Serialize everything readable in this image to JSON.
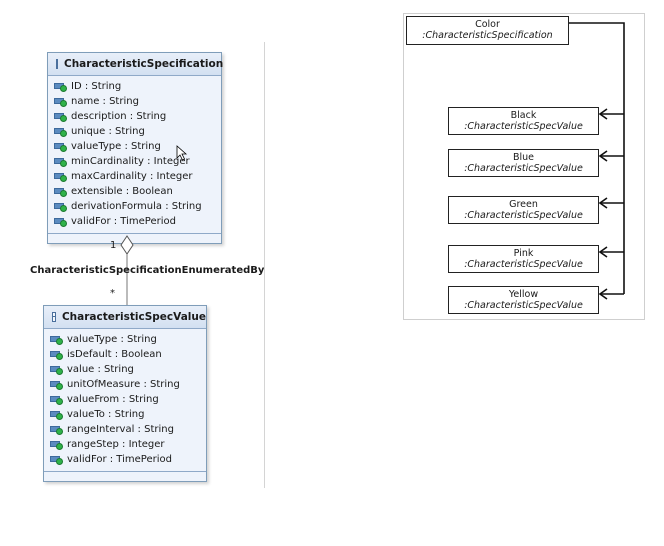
{
  "characteristic_specification": {
    "title": "CharacteristicSpecification",
    "attributes": [
      "ID : String",
      "name : String",
      "description : String",
      "unique : String",
      "valueType : String",
      "minCardinality : Integer",
      "maxCardinality : Integer",
      "extensible : Boolean",
      "derivationFormula : String",
      "validFor : TimePeriod"
    ]
  },
  "association": {
    "source_multiplicity": "1",
    "name": "CharacteristicSpecificationEnumeratedBy",
    "target_multiplicity": "*"
  },
  "characteristic_spec_value": {
    "title": "CharacteristicSpecValue",
    "attributes": [
      "valueType : String",
      "isDefault : Boolean",
      "value : String",
      "unitOfMeasure : String",
      "valueFrom : String",
      "valueTo : String",
      "rangeInterval : String",
      "rangeStep : Integer",
      "validFor : TimePeriod"
    ]
  },
  "instance_diagram": {
    "root": {
      "name": "Color",
      "type": ":CharacteristicSpecification"
    },
    "values": [
      {
        "name": "Black",
        "type": ":CharacteristicSpecValue"
      },
      {
        "name": "Blue",
        "type": ":CharacteristicSpecValue"
      },
      {
        "name": "Green",
        "type": ":CharacteristicSpecValue"
      },
      {
        "name": "Pink",
        "type": ":CharacteristicSpecValue"
      },
      {
        "name": "Yellow",
        "type": ":CharacteristicSpecValue"
      }
    ]
  }
}
